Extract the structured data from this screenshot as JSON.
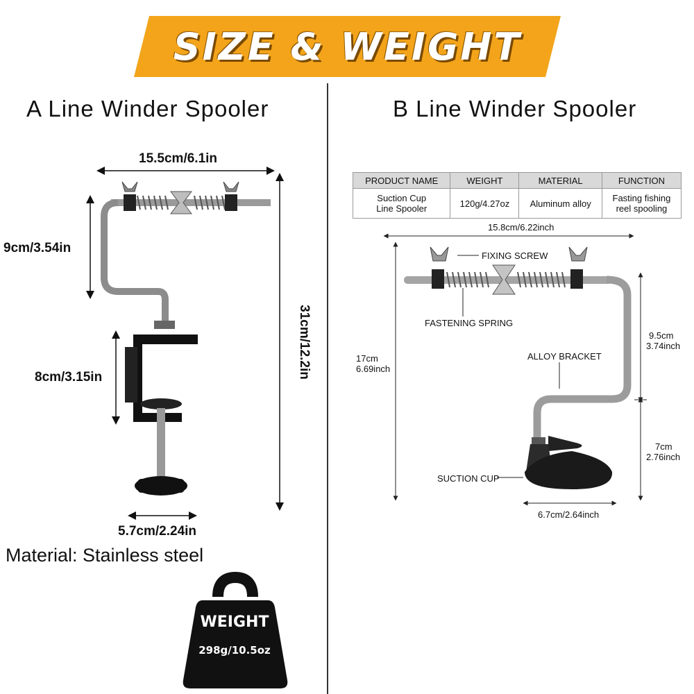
{
  "banner": {
    "title": "SIZE & WEIGHT",
    "color": "#f3a41a"
  },
  "panel_a": {
    "title": "A Line Winder Spooler",
    "dims": {
      "top_width": "15.5cm/6.1in",
      "arm_height": "9cm/3.54in",
      "clamp_height": "8cm/3.15in",
      "total_height": "31cm/12.2in",
      "base_width": "5.7cm/2.24in"
    },
    "material": "Material: Stainless steel",
    "weight_badge": {
      "label": "WEIGHT",
      "value": "298g/10.5oz"
    }
  },
  "panel_b": {
    "title": "B Line Winder Spooler",
    "table": {
      "headers": [
        "PRODUCT NAME",
        "WEIGHT",
        "MATERIAL",
        "FUNCTION"
      ],
      "row": [
        "Suction Cup\nLine Spooler",
        "120g/4.27oz",
        "Aluminum alloy",
        "Fasting fishing\nreel spooling"
      ]
    },
    "dims": {
      "top_width": "15.8cm/6.22inch",
      "left_height_a": "17cm",
      "left_height_b": "6.69inch",
      "right_upper_a": "9.5cm",
      "right_upper_b": "3.74inch",
      "right_lower_a": "7cm",
      "right_lower_b": "2.76inch",
      "base_width": "6.7cm/2.64inch"
    },
    "callouts": {
      "fixing_screw": "FIXING SCREW",
      "fastening_spring": "FASTENING SPRING",
      "alloy_bracket": "ALLOY BRACKET",
      "suction_cup": "SUCTION CUP"
    }
  }
}
